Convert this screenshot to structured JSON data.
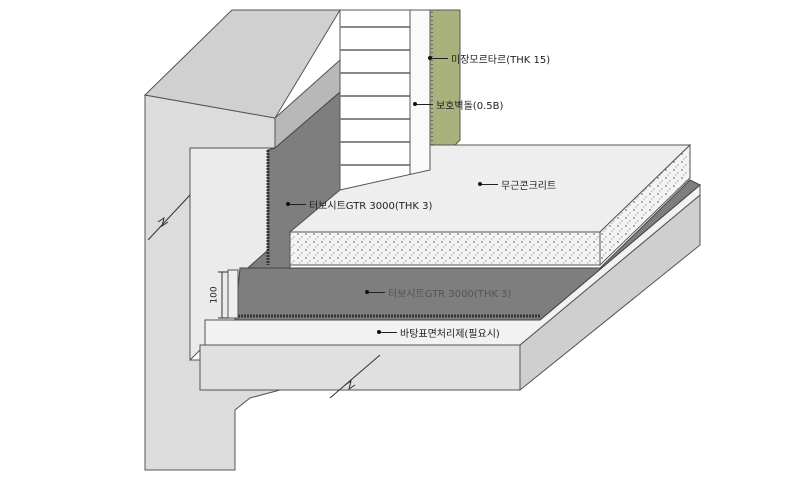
{
  "labels": {
    "plaster_mortar": "미장모르타르(THK 15)",
    "protective_brick": "보호벽돌(0.5B)",
    "plain_concrete": "무근콘크리트",
    "sheet_wall": "터보시트GTR 3000(THK 3)",
    "sheet_floor": "터보시트GTR 3000(THK 3)",
    "primer": "바탕표면처리제(필요시)"
  },
  "dimension": "100",
  "colors": {
    "concrete": "#d9d9d9",
    "membrane": "#808080",
    "mortar": "#a9b17c",
    "brick": "#ffffff"
  }
}
